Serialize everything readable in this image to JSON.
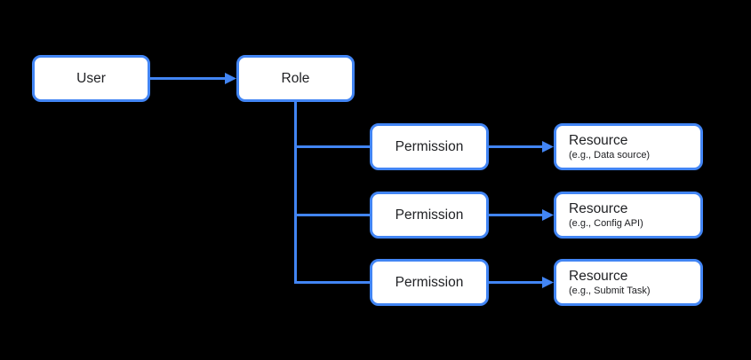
{
  "colors": {
    "background": "#000000",
    "accent": "#4285f4",
    "node_fill": "#ffffff",
    "node_text": "#202124"
  },
  "diagram": {
    "user": {
      "label": "User"
    },
    "role": {
      "label": "Role"
    },
    "permissions": [
      {
        "label": "Permission"
      },
      {
        "label": "Permission"
      },
      {
        "label": "Permission"
      }
    ],
    "resources": [
      {
        "label": "Resource",
        "example": "(e.g., Data source)"
      },
      {
        "label": "Resource",
        "example": "(e.g., Config API)"
      },
      {
        "label": "Resource",
        "example": "(e.g., Submit Task)"
      }
    ]
  }
}
